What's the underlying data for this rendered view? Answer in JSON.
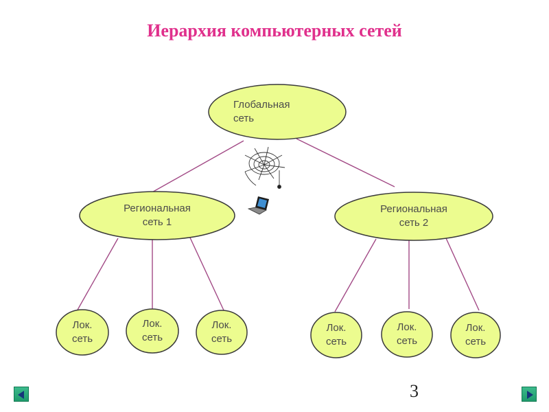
{
  "title": "Иерархия  компьютерных сетей",
  "global_node": {
    "label": "Глобальная\nсеть"
  },
  "regional_nodes": [
    {
      "label": "Региональная\nсеть 1"
    },
    {
      "label": "Региональная\nсеть 2"
    }
  ],
  "local_nodes": [
    {
      "label": "Лок.\nсеть"
    },
    {
      "label": "Лок.\nсеть"
    },
    {
      "label": "Лок.\nсеть"
    },
    {
      "label": "Лок.\nсеть"
    },
    {
      "label": "Лок.\nсеть"
    },
    {
      "label": "Лок.\nсеть"
    }
  ],
  "page_number": "3",
  "colors": {
    "title": "#e0308c",
    "node_fill": "#ecfc8f",
    "node_stroke": "#3a3a3a",
    "connector": "#a24a86",
    "nav_button": "#2aa87a"
  },
  "icons": [
    "spider-web-icon",
    "laptop-icon",
    "nav-prev-icon",
    "nav-next-icon"
  ]
}
